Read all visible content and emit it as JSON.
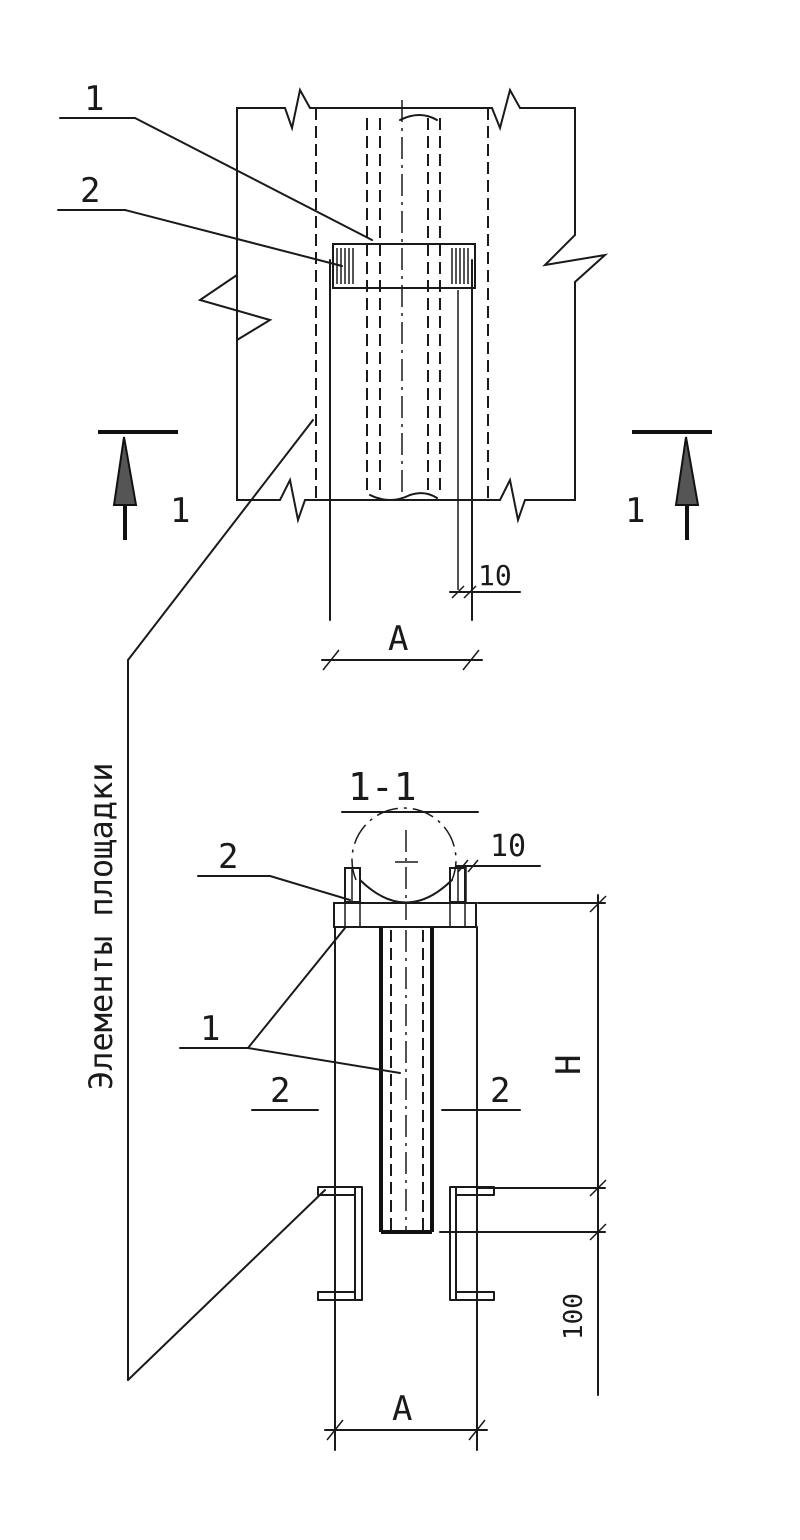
{
  "plan_view": {
    "callout_1": "1",
    "callout_2": "2",
    "gap_dim": "10",
    "width_dim": "A",
    "section_mark_left": "1",
    "section_mark_right": "1"
  },
  "section_view": {
    "title": "1-1",
    "callout_2": "2",
    "callout_1": "1",
    "gap_dim": "10",
    "section_mark_left": "2",
    "section_mark_right": "2",
    "height_dim": "H",
    "bottom_dim": "100",
    "width_dim": "A"
  },
  "platform_label": "Элементы площадки"
}
